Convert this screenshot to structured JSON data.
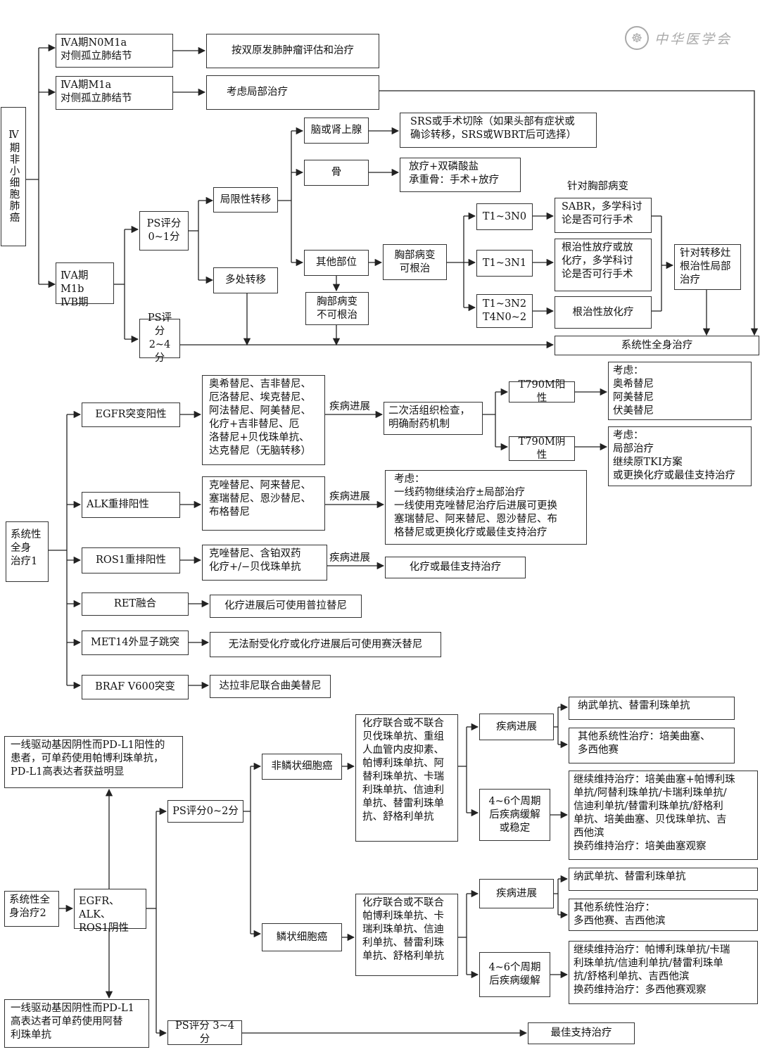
{
  "watermark": {
    "text": "中华医学会"
  },
  "section1": {
    "root": "Ⅳ期非小细胞肺癌",
    "stage_4a_n0m1a": "ⅣA期N0M1a\n对侧孤立肺结节",
    "dual_primary": "按双原发肺肿瘤评估和治疗",
    "stage_4a_m1a": "ⅣA期M1a\n对侧孤立肺结节",
    "local_therapy": "考虑局部治疗",
    "stage_4a_m1b": "ⅣA期M1b\nⅣB期",
    "ps_0_1": "PS评分\n0~1分",
    "ps_2_4": "PS评分\n2~4分",
    "limited_mets": "局限性转移",
    "multiple_mets": "多处转移",
    "brain_adrenal": "脑或肾上腺",
    "brain_tx": "SRS或手术切除（如果头部有症状或\n确诊转移，SRS或WBRT后可选择）",
    "bone": "骨",
    "bone_tx": "放疗+双磷酸盐\n承重骨：手术+放疗",
    "other_sites": "其他部位",
    "chest_curable": "胸部病变\n可根治",
    "chest_incurable": "胸部病变\n不可根治",
    "t1_3n0": "T1~3N0",
    "t1_3n1": "T1~3N1",
    "t1_3n2": "T1~3N2\nT4N0~2",
    "chest_label": "针对胸部病变",
    "sabr": "SABR，多学科讨\n论是否可行手术",
    "radical_rt_or_crt": "根治性放疗或放\n化疗，多学科讨\n论是否可行手术",
    "radical_crt": "根治性放化疗",
    "mets_radical": "针对转移灶\n根治性局部\n治疗",
    "systemic": "系统性全身治疗"
  },
  "section2": {
    "root": "系统性\n全身\n治疗1",
    "egfr": "EGFR突变阳性",
    "egfr_drugs": "奥希替尼、吉非替尼、\n厄洛替尼、埃克替尼、\n阿法替尼、阿美替尼、\n化疗+吉非替尼、厄\n洛替尼+贝伐珠单抗、\n达克替尼（无脑转移）",
    "progression": "疾病进展",
    "rebiopsy": "二次活组织检查，\n明确耐药机制",
    "t790m_pos": "T790M阳性",
    "t790m_pos_tx": "考虑：\n奥希替尼\n阿美替尼\n伏美替尼",
    "t790m_neg": "T790M阴性",
    "t790m_neg_tx": "考虑：\n局部治疗\n继续原TKI方案\n或更换化疗或最佳支持治疗",
    "alk": "ALK重排阳性",
    "alk_drugs": "克唑替尼、阿来替尼、\n塞瑞替尼、恩沙替尼、\n布格替尼",
    "alk_tx": "考虑：\n一线药物继续治疗±局部治疗\n一线使用克唑替尼治疗后进展可更换\n塞瑞替尼、阿来替尼、恩沙替尼、布\n格替尼或更换化疗或最佳支持治疗",
    "ros1": "ROS1重排阳性",
    "ros1_drugs": "克唑替尼、含铂双药\n化疗+/−贝伐珠单抗",
    "ros1_tx": "化疗或最佳支持治疗",
    "ret": "RET融合",
    "ret_tx": "化疗进展后可使用普拉替尼",
    "met": "MET14外显子跳突",
    "met_tx": "无法耐受化疗或化疗进展后可使用赛沃替尼",
    "braf": "BRAF V600突变",
    "braf_tx": "达拉非尼联合曲美替尼"
  },
  "section3": {
    "pdl1_pembro": "一线驱动基因阴性而PD-L1阳性的\n患者，可单药使用帕博利珠单抗，\nPD-L1高表达者获益明显",
    "root": "系统性全\n身治疗2",
    "neg": "EGFR、ALK、\nROS1阴性",
    "pdl1_atezo": "一线驱动基因阴性而PD-L1\n高表达者可单药使用阿替\n利珠单抗",
    "ps_0_2": "PS评分0~2分",
    "ps_3_4": "PS评分 3~4分",
    "non_squamous": "非鳞状细胞癌",
    "squamous": "鳞状细胞癌",
    "nsq_regimen": "化疗联合或不联合\n贝伐珠单抗、重组\n人血管内皮抑素、\n帕博利珠单抗、阿\n替利珠单抗、卡瑞\n利珠单抗、信迪利\n单抗、替雷利珠单\n抗、舒格利单抗",
    "sq_regimen": "化疗联合或不联合\n帕博利珠单抗、卡\n瑞利珠单抗、信迪\n利单抗、替雷利珠\n单抗、舒格利单抗",
    "progression": "疾病进展",
    "nsq_stable": "4~6个周期\n后疾病缓解\n或稳定",
    "sq_remission": "4~6个周期\n后疾病缓解",
    "nivo_tisle": "纳武单抗、替雷利珠单抗",
    "nsq_other": "其他系统性治疗：培美曲塞、\n多西他赛",
    "nsq_maint": "继续维持治疗：培美曲塞+帕博利珠\n单抗/阿替利珠单抗/卡瑞利珠单抗/\n信迪利单抗/替雷利珠单抗/舒格利\n单抗、培美曲塞、贝伐珠单抗、吉\n西他滨\n换药维持治疗：培美曲塞观察",
    "sq_other": "其他系统性治疗：\n多西他赛、吉西他滨",
    "sq_maint": "继续维持治疗：帕博利珠单抗/卡瑞\n利珠单抗/信迪利单抗/替雷利珠单\n抗/舒格利单抗、吉西他滨\n换药维持治疗：多西他赛观察",
    "bsc": "最佳支持治疗"
  }
}
